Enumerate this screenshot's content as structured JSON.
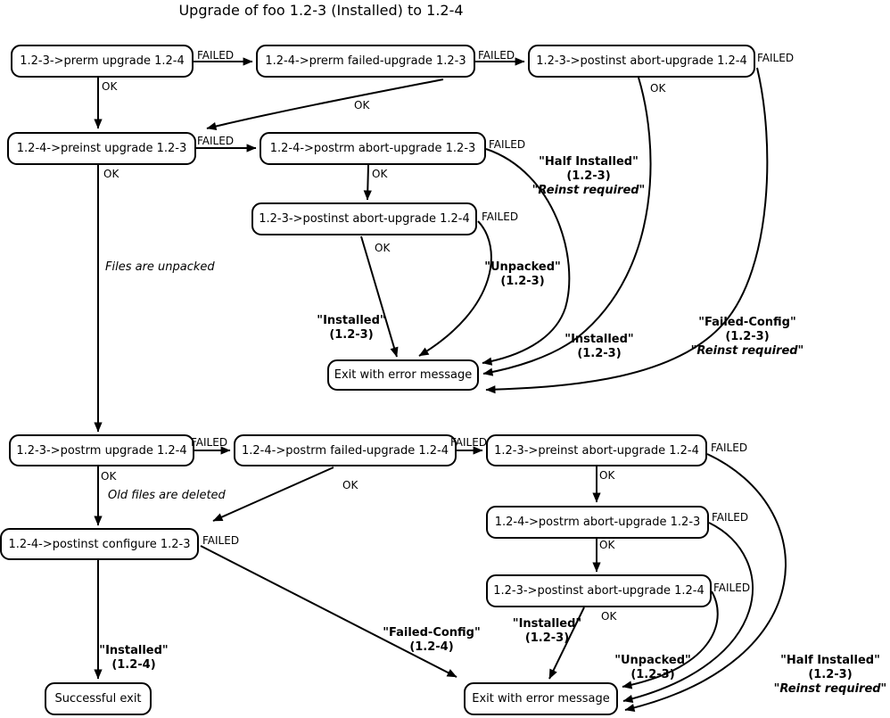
{
  "title": "Upgrade of foo 1.2-3 (Installed) to 1.2-4",
  "nodes": {
    "prerm_upgrade": "1.2-3->prerm upgrade 1.2-4",
    "prerm_failed_upgrade": "1.2-4->prerm failed-upgrade 1.2-3",
    "postinst_abort_top": "1.2-3->postinst abort-upgrade 1.2-4",
    "preinst_upgrade": "1.2-4->preinst upgrade 1.2-3",
    "postrm_abort_mid": "1.2-4->postrm abort-upgrade 1.2-3",
    "postinst_abort_mid": "1.2-3->postinst abort-upgrade 1.2-4",
    "exit_error_top": "Exit with error message",
    "postrm_upgrade": "1.2-3->postrm upgrade 1.2-4",
    "postrm_failed_upgrade": "1.2-4->postrm failed-upgrade 1.2-4",
    "preinst_abort": "1.2-3->preinst abort-upgrade 1.2-4",
    "postrm_abort_bottom": "1.2-4->postrm abort-upgrade 1.2-3",
    "postinst_abort_bottom": "1.2-3->postinst abort-upgrade 1.2-4",
    "postinst_configure": "1.2-4->postinst configure 1.2-3",
    "successful_exit": "Successful exit",
    "exit_error_bottom": "Exit with error message"
  },
  "edge_labels": {
    "failed": "FAILED",
    "ok": "OK",
    "files_unpacked": "Files are unpacked",
    "old_files_deleted": "Old files are deleted"
  },
  "state_labels": {
    "installed_123": [
      "\"Installed\"",
      "(1.2-3)"
    ],
    "installed_124": [
      "\"Installed\"",
      "(1.2-4)"
    ],
    "unpacked_123": [
      "\"Unpacked\"",
      "(1.2-3)"
    ],
    "half_installed_123": [
      "\"Half Installed\"",
      "(1.2-3)",
      "\"Reinst required\""
    ],
    "failed_config_123": [
      "\"Failed-Config\"",
      "(1.2-3)",
      "\"Reinst required\""
    ],
    "failed_config_124": [
      "\"Failed-Config\"",
      "(1.2-4)"
    ]
  },
  "edges": [
    {
      "from": "prerm_upgrade",
      "to": "prerm_failed_upgrade",
      "label": "FAILED"
    },
    {
      "from": "prerm_upgrade",
      "to": "preinst_upgrade",
      "label": "OK"
    },
    {
      "from": "prerm_failed_upgrade",
      "to": "postinst_abort_top",
      "label": "FAILED"
    },
    {
      "from": "prerm_failed_upgrade",
      "to": "preinst_upgrade",
      "label": "OK"
    },
    {
      "from": "postinst_abort_top",
      "to": "exit_error_top",
      "label": "OK"
    },
    {
      "from": "postinst_abort_top",
      "to": "exit_error_top",
      "label": "FAILED"
    },
    {
      "from": "preinst_upgrade",
      "to": "postrm_abort_mid",
      "label": "FAILED"
    },
    {
      "from": "preinst_upgrade",
      "to": "postrm_upgrade",
      "label": "OK"
    },
    {
      "from": "postrm_abort_mid",
      "to": "postinst_abort_mid",
      "label": "OK"
    },
    {
      "from": "postrm_abort_mid",
      "to": "exit_error_top",
      "label": "FAILED"
    },
    {
      "from": "postinst_abort_mid",
      "to": "exit_error_top",
      "label": "OK"
    },
    {
      "from": "postinst_abort_mid",
      "to": "exit_error_top",
      "label": "FAILED"
    },
    {
      "from": "postrm_upgrade",
      "to": "postrm_failed_upgrade",
      "label": "FAILED"
    },
    {
      "from": "postrm_upgrade",
      "to": "postinst_configure",
      "label": "OK"
    },
    {
      "from": "postrm_failed_upgrade",
      "to": "preinst_abort",
      "label": "FAILED"
    },
    {
      "from": "postrm_failed_upgrade",
      "to": "postinst_configure",
      "label": "OK"
    },
    {
      "from": "preinst_abort",
      "to": "postrm_abort_bottom",
      "label": "OK"
    },
    {
      "from": "preinst_abort",
      "to": "exit_error_bottom",
      "label": "FAILED"
    },
    {
      "from": "postrm_abort_bottom",
      "to": "postinst_abort_bottom",
      "label": "OK"
    },
    {
      "from": "postrm_abort_bottom",
      "to": "exit_error_bottom",
      "label": "FAILED"
    },
    {
      "from": "postinst_abort_bottom",
      "to": "exit_error_bottom",
      "label": "OK"
    },
    {
      "from": "postinst_abort_bottom",
      "to": "exit_error_bottom",
      "label": "FAILED"
    },
    {
      "from": "postinst_configure",
      "to": "successful_exit",
      "label": "OK"
    },
    {
      "from": "postinst_configure",
      "to": "exit_error_bottom",
      "label": "FAILED"
    }
  ],
  "colors": {
    "line": "#000000",
    "background": "#ffffff",
    "text": "#000000"
  }
}
